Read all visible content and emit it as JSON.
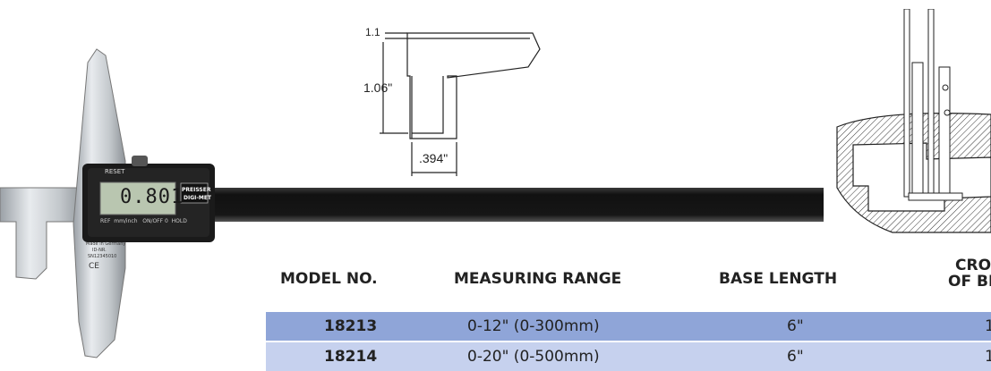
{
  "gauge": {
    "reset_label": "RESET",
    "display_value": "0.801",
    "brand_line1": "PREISSER",
    "brand_line2": "DIGI-MET",
    "button_labels": "REF  mm/inch   ON/OFF 0  HOLD",
    "engraving_line1": "Made in Germany",
    "engraving_line2": "ID-NR.",
    "engraving_line3": "SN12345010",
    "ce_mark": "CE"
  },
  "dimension_drawing": {
    "label_top": "1.1",
    "label_height": "1.06\"",
    "label_width": ".394\""
  },
  "table": {
    "headers": {
      "model": "MODEL NO.",
      "range": "MEASURING RANGE",
      "base": "BASE LENGTH",
      "cross_line1": "CROSS",
      "cross_line2": "OF BE"
    },
    "rows": [
      {
        "model": "18213",
        "range": "0-12\" (0-300mm)",
        "base": "6\"",
        "cross": "1"
      },
      {
        "model": "18214",
        "range": "0-20\" (0-500mm)",
        "base": "6\"",
        "cross": "1"
      }
    ]
  },
  "colors": {
    "row1_bg": "#8fa5d8",
    "row2_bg": "#c6d1ee",
    "beam": "#1e1e1e",
    "lcd": "#b9c6b0"
  }
}
